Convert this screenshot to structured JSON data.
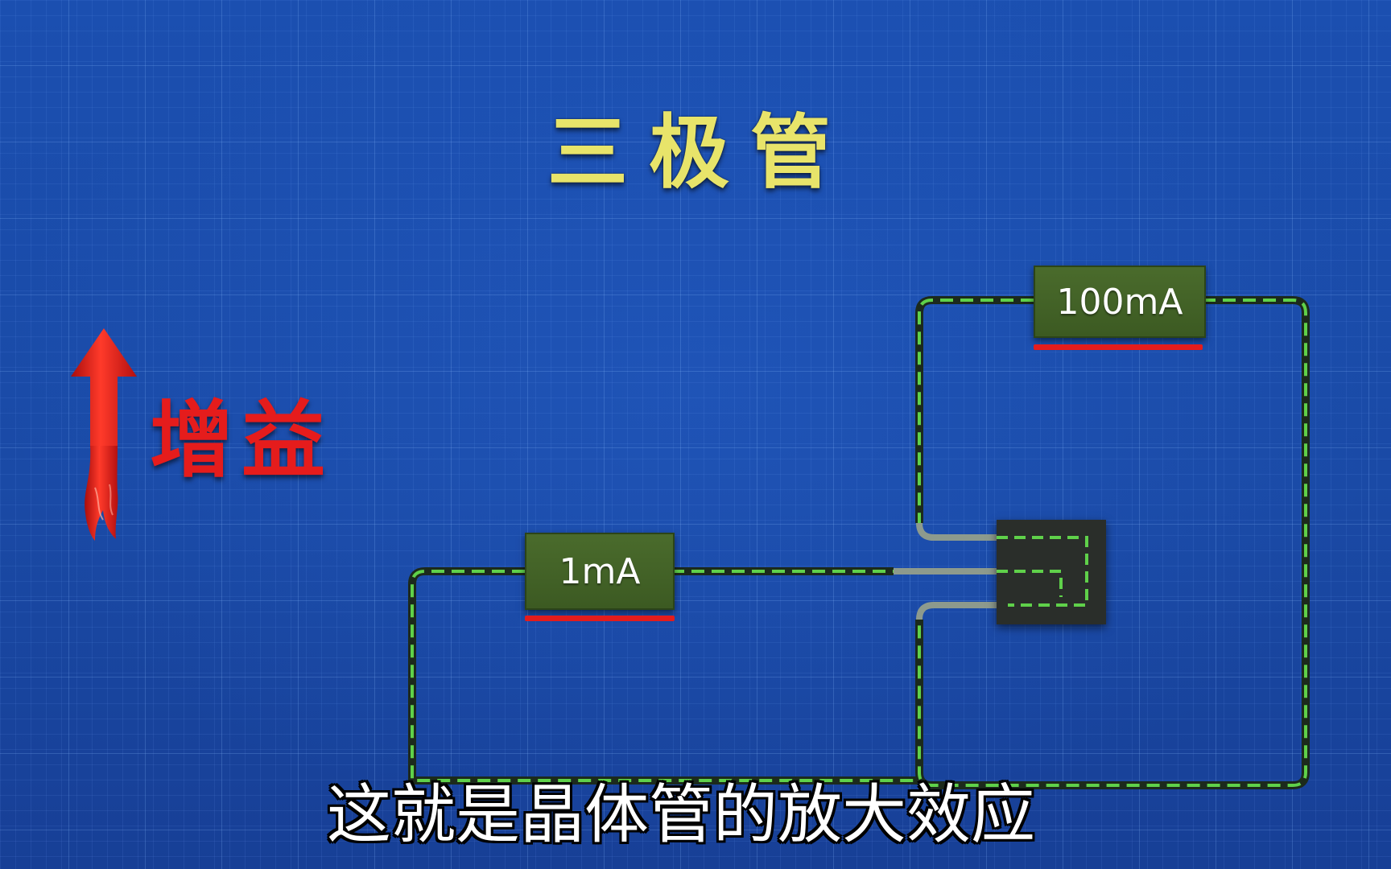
{
  "title": "三极管",
  "gain": {
    "label": "增益",
    "arrow_color": "#e51c1c",
    "arrow_icon": "flame-up-arrow-icon"
  },
  "meters": {
    "base_current": "1mA",
    "collector_current": "100mA"
  },
  "subtitle": "这就是晶体管的放大效应",
  "colors": {
    "background": "#1a4aa8",
    "title": "#e8e46a",
    "gain_text": "#e51c1c",
    "meter_fill": "#436326",
    "wire_dash": "#5fd14a",
    "underline": "#e41c1c"
  }
}
